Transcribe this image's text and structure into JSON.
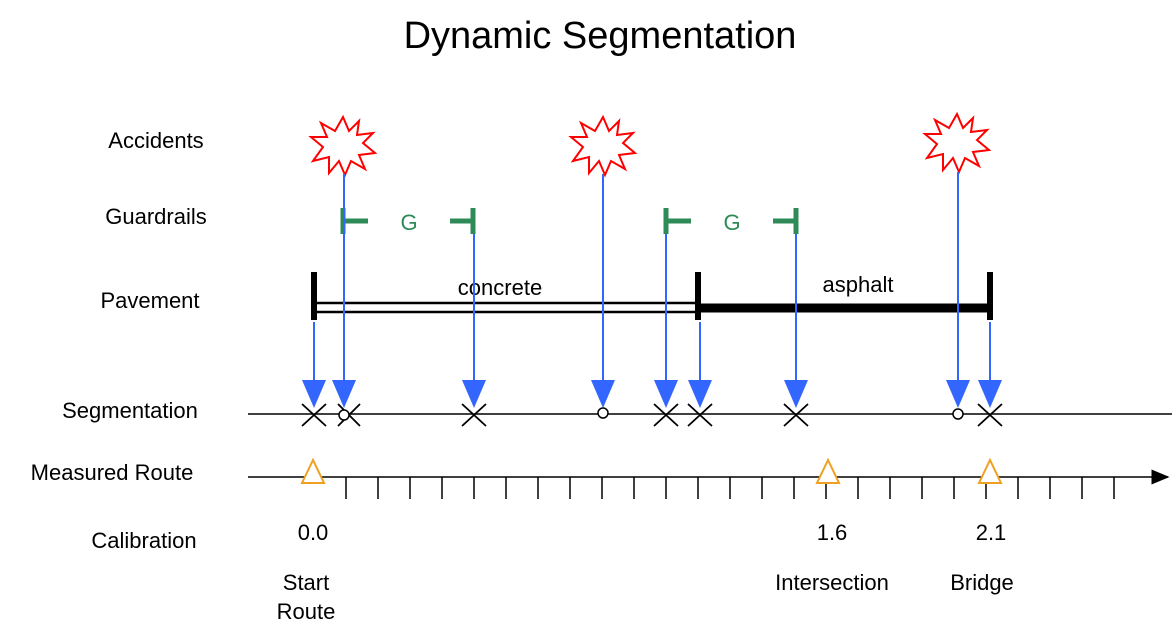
{
  "title": "Dynamic Segmentation",
  "row_labels": {
    "accidents": "Accidents",
    "guardrails": "Guardrails",
    "pavement": "Pavement",
    "segmentation": "Segmentation",
    "measured_route": "Measured Route",
    "calibration": "Calibration"
  },
  "pavement": {
    "concrete_label": "concrete",
    "asphalt_label": "asphalt"
  },
  "guardrails": {
    "label_1": "G",
    "label_2": "G"
  },
  "calibration": {
    "value_start": "0.0",
    "value_intersection": "1.6",
    "value_bridge": "2.1",
    "label_start_line1": "Start",
    "label_start_line2": "Route",
    "label_intersection": "Intersection",
    "label_bridge": "Bridge"
  },
  "colors": {
    "accident": "#ff0000",
    "guardrail": "#2e8b57",
    "arrow": "#3366ff",
    "calibration_marker": "#f0a020",
    "line": "#000000"
  }
}
